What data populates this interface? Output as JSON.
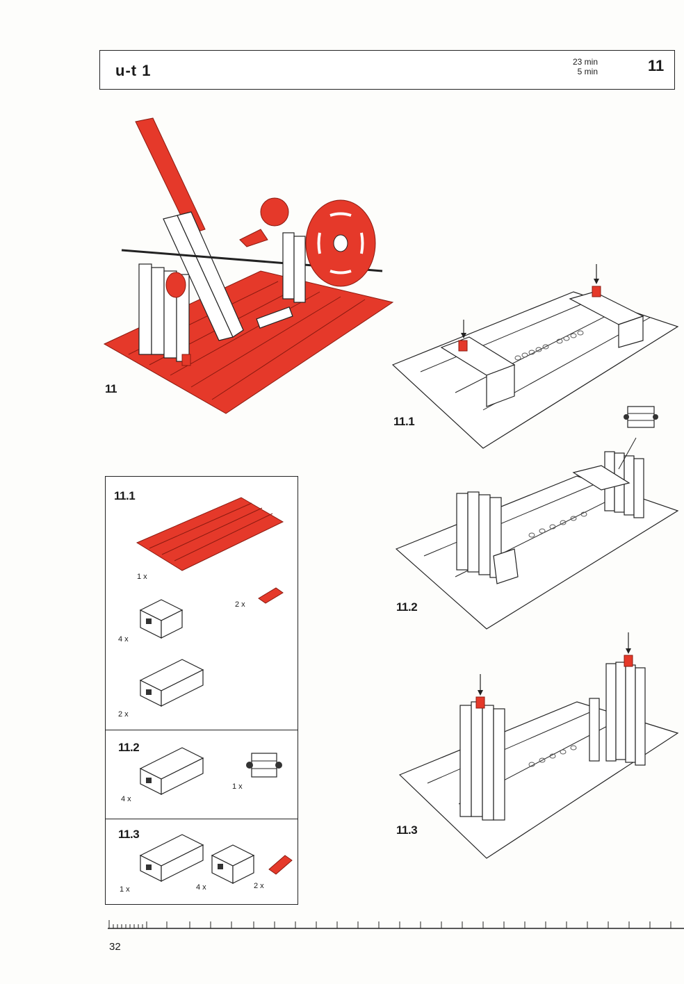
{
  "header": {
    "code": "u-t 1",
    "time_total": "23 min",
    "time_step": "5 min",
    "number": "11"
  },
  "main_model": {
    "label": "11"
  },
  "steps": [
    {
      "label": "11.1"
    },
    {
      "label": "11.2"
    },
    {
      "label": "11.3"
    }
  ],
  "parts": {
    "s1": {
      "label": "11.1",
      "base_qty": "1 x",
      "red_qty": "2 x",
      "block_qty": "4 x",
      "long_qty": "2 x"
    },
    "s2": {
      "label": "11.2",
      "long_qty": "4 x",
      "joint_qty": "1 x"
    },
    "s3": {
      "label": "11.3",
      "long_qty": "1 x",
      "block_qty": "4 x",
      "red_qty": "2 x"
    }
  },
  "footer": {
    "page": "32"
  },
  "colors": {
    "accent": "#e5392a",
    "line": "#222222"
  }
}
